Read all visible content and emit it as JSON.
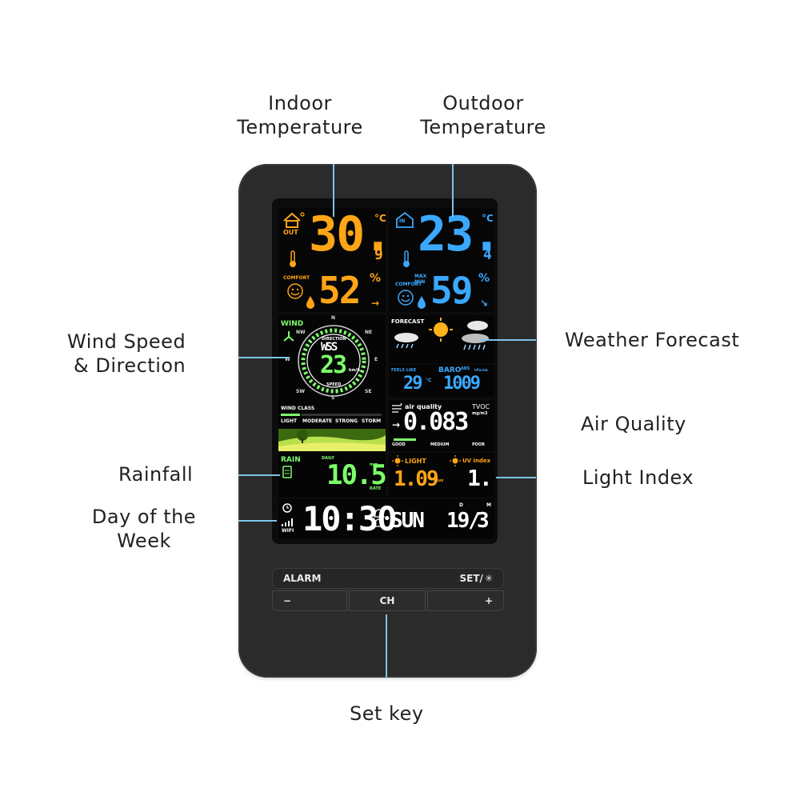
{
  "callouts": {
    "indoor_temperature": [
      "Indoor",
      "Temperature"
    ],
    "outdoor_temperature": [
      "Outdoor",
      "Temperature"
    ],
    "wind": [
      "Wind Speed",
      "& Direction"
    ],
    "weather_forecast": "Weather Forecast",
    "air_quality": "Air Quality",
    "rainfall": "Rainfall",
    "light_index": "Light Index",
    "day_of_week": [
      "Day of the",
      "Week"
    ],
    "set_key": "Set key"
  },
  "display": {
    "left_temp": {
      "value": "30.",
      "decimal": "9",
      "unit": "°C",
      "out_label": "OUT",
      "comfort_label": "COMFORT"
    },
    "left_humidity": {
      "value": "52",
      "unit": "%"
    },
    "right_temp": {
      "value": "23.",
      "decimal": "4",
      "unit": "°C",
      "in_label": "IN",
      "comfort_label": "COMFORT"
    },
    "right_humidity": {
      "value": "59",
      "unit": "%",
      "max_label": "MAX",
      "min_label": "MIN"
    },
    "wind": {
      "label": "WIND",
      "direction_label": "DIRECTION",
      "direction": "WSS",
      "speed": "23",
      "speed_unit": "km/h",
      "speed_label": "SPEED",
      "compass": [
        "N",
        "NE",
        "E",
        "SE",
        "S",
        "SW",
        "W",
        "NW"
      ],
      "class_label": "WIND CLASS",
      "classes": [
        "LIGHT",
        "MODERATE",
        "STRONG",
        "STORM"
      ]
    },
    "forecast": {
      "label": "FORECAST"
    },
    "feels_like": {
      "label": "FEELS LIKE",
      "value": "29",
      "unit": "°C"
    },
    "baro": {
      "label": "BARO",
      "sub": "ABS",
      "unit": "hPa/mb",
      "value": "1009"
    },
    "air_quality": {
      "label": "air quality",
      "tvoc": "TVOC",
      "unit": "mg/m3",
      "value": "0.083",
      "scale": [
        "GOOD",
        "MEDIUM",
        "POOR"
      ]
    },
    "rain": {
      "label": "RAIN",
      "daily": "DAILY",
      "value": "10.5",
      "unit": "mm",
      "rate": "RATE"
    },
    "light": {
      "label": "LIGHT",
      "value": "1.09",
      "unit": "Klux"
    },
    "uv": {
      "label": "UV index",
      "value": "1."
    },
    "clock": {
      "time": "10:30",
      "day": "SUN",
      "date": "19/",
      "month": "3",
      "d_label": "D",
      "m_label": "M",
      "wifi": "WIFI"
    }
  },
  "buttons": {
    "alarm": "ALARM",
    "set": "SET/",
    "minus": "−",
    "ch": "CH",
    "plus": "+"
  },
  "colors": {
    "orange": "#ffa516",
    "blue": "#3aa8ff",
    "green": "#7dff6a",
    "callout_line": "#7ec3e6",
    "device": "#2b2b2b"
  }
}
